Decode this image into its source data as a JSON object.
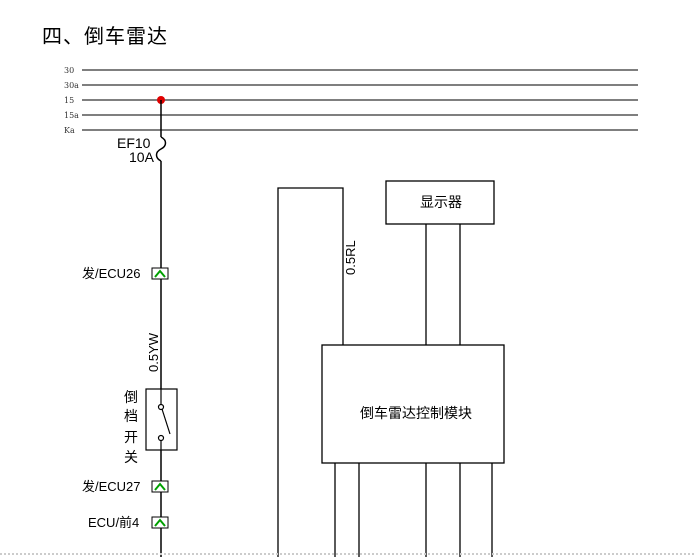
{
  "title": "四、倒车雷达",
  "buses": [
    "30",
    "30a",
    "15",
    "15a",
    "Ka"
  ],
  "fuse": {
    "name": "EF10",
    "rating": "10A"
  },
  "connectors": {
    "c1": "发/ECU26",
    "c2": "发/ECU27",
    "c3": "ECU/前4"
  },
  "wires": {
    "yw": "0.5YW",
    "rl": "0.5RL"
  },
  "switch_chars": [
    "倒",
    "档",
    "开",
    "关"
  ],
  "display_label": "显示器",
  "module_label": "倒车雷达控制模块",
  "colors": {
    "line": "#000000",
    "bus": "#333333",
    "junction": "#e00000",
    "connector": "#00a000"
  }
}
